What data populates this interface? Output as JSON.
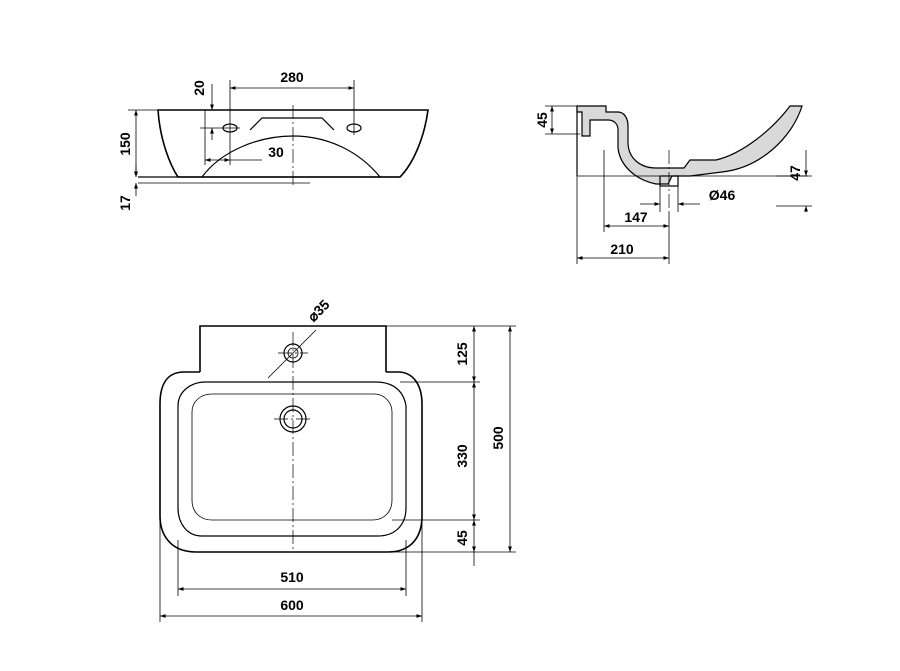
{
  "drawing": {
    "front_view": {
      "dim_tap_hole_spacing": "280",
      "dim_tap_hole_offset": "20",
      "dim_front_height": "150",
      "dim_base_step": "17",
      "dim_bowl_depth_step": "30"
    },
    "side_view": {
      "dim_rim_thickness": "45",
      "dim_outlet_height": "47",
      "dim_waste_diameter": "Ø46",
      "dim_waste_position": "147",
      "dim_wall_projection": "210"
    },
    "plan_view": {
      "dim_tap_hole": "⌀35",
      "dim_rear_to_tap": "125",
      "dim_bowl_length": "330",
      "dim_front_rim": "45",
      "dim_total_depth": "500",
      "dim_bowl_width": "510",
      "dim_total_width": "600"
    }
  }
}
